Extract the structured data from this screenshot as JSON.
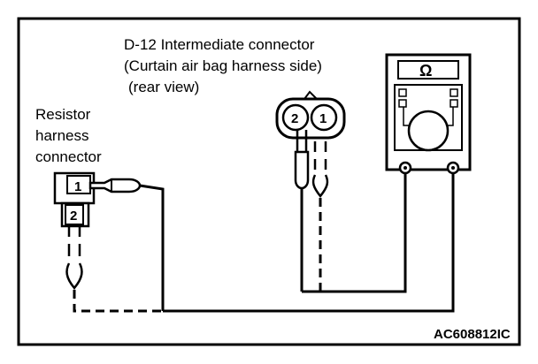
{
  "diagram": {
    "connector_label": {
      "line1": "D-12 Intermediate connector",
      "line2": "(Curtain air bag harness side)",
      "line3": "(rear view)"
    },
    "resistor_label": {
      "line1": "Resistor",
      "line2": "harness",
      "line3": "connector"
    },
    "resistor_pins": {
      "pin1": "1",
      "pin2": "2"
    },
    "connector_pins": {
      "pin1": "1",
      "pin2": "2"
    },
    "meter": {
      "symbol": "Ω"
    },
    "figure_code": "AC608812IC"
  }
}
